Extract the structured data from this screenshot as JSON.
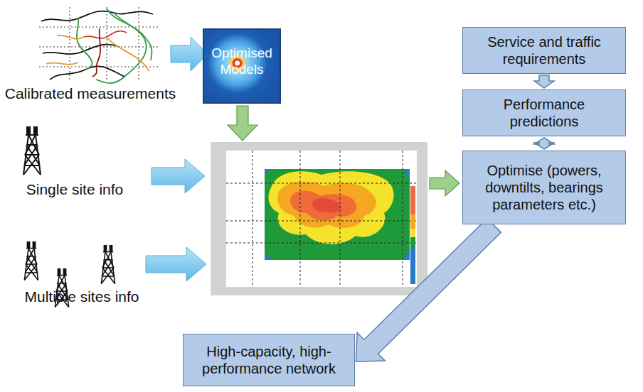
{
  "diagram": {
    "nodes": [
      {
        "text": [
          "Optimised Models"
        ]
      },
      {
        "text": [
          "Service and traffic requirements"
        ]
      },
      {
        "text": [
          "Performance predictions"
        ]
      },
      {
        "text": [
          "Optimise (powers, downtilts, bearings parameters etc.)"
        ]
      },
      {
        "text": [
          "High-capacity, high-performance network"
        ]
      }
    ],
    "edges": [
      {
        "from": 1,
        "to": 2,
        "arrow": "to"
      },
      {
        "from": 2,
        "to": 3,
        "arrow": "both"
      },
      {
        "from": 3,
        "to": 4,
        "arrow": "to"
      }
    ],
    "labels": [
      "Calibrated measurements",
      "Single site info",
      "Multiple sites info"
    ]
  }
}
